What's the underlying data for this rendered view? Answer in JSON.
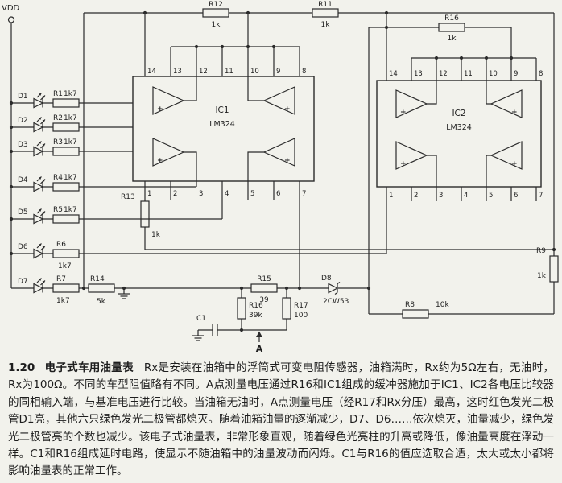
{
  "figure": {
    "number": "1.20",
    "title": "电子式车用油量表",
    "body": "Rx是安装在油箱中的浮筒式可变电阻传感器，油箱满时，Rx约为5Ω左右，无油时，Rx为100Ω。不同的车型阻值略有不同。A点测量电压通过R16和IC1组成的缓冲器施加于IC1、IC2各电压比较器的同相输入端，与基准电压进行比较。当油箱无油时，A点测量电压（经R17和Rx分压）最高，这时红色发光二极管D1亮，其他六只绿色发光二极管都熄灭。随着油箱油量的逐渐减少，D7、D6……依次熄灭，油量减少，绿色发光二极管亮的个数也减少。该电子式油量表，非常形象直观，随着绿色光亮柱的升高或降低，像油量高度在浮动一样。C1和R16组成延时电路，使显示不随油箱中的油量波动而闪烁。C1与R16的值应选取合适，太大或太小都将影响油量表的正常工作。"
  },
  "palette": {
    "ink": "#2b2b2b",
    "paper": "#f2f2ec"
  },
  "schematic": {
    "power_label": "VDD",
    "point_label": "A",
    "ic1": {
      "name": "IC1",
      "part": "LM324"
    },
    "ic2": {
      "name": "IC2",
      "part": "LM324"
    },
    "pins_top": [
      "14",
      "13",
      "12",
      "11",
      "10",
      "9",
      "8"
    ],
    "pins_bottom": [
      "1",
      "2",
      "3",
      "4",
      "5",
      "6",
      "7"
    ],
    "led_rows": [
      {
        "diode": "D1",
        "res": "R1",
        "val": "1k7"
      },
      {
        "diode": "D2",
        "res": "R2",
        "val": "1k7"
      },
      {
        "diode": "D3",
        "res": "R3",
        "val": "1k7"
      },
      {
        "diode": "D4",
        "res": "R4",
        "val": "1k7"
      },
      {
        "diode": "D5",
        "res": "R5",
        "val": "1k7"
      },
      {
        "diode": "D6",
        "res": "R6",
        "val": "1k7"
      },
      {
        "diode": "D7",
        "res": "R7",
        "val": "1k7"
      }
    ],
    "r12": {
      "name": "R12",
      "val": "1k"
    },
    "r11": {
      "name": "R11",
      "val": "1k"
    },
    "r16_top": {
      "name": "R16",
      "val": "1k"
    },
    "r13": {
      "name": "R13",
      "val": "1k"
    },
    "r14": {
      "name": "R14",
      "val": "5k"
    },
    "r15": {
      "name": "R15",
      "val": "39"
    },
    "r16_bottom": {
      "name": "R16",
      "val": "39k"
    },
    "r17": {
      "name": "R17",
      "val": "100"
    },
    "r8": {
      "name": "R8",
      "val": "10k"
    },
    "r9": {
      "name": "R9",
      "val": "1k"
    },
    "c1": {
      "name": "C1"
    },
    "d8": {
      "name": "D8",
      "part": "2CW53"
    }
  }
}
